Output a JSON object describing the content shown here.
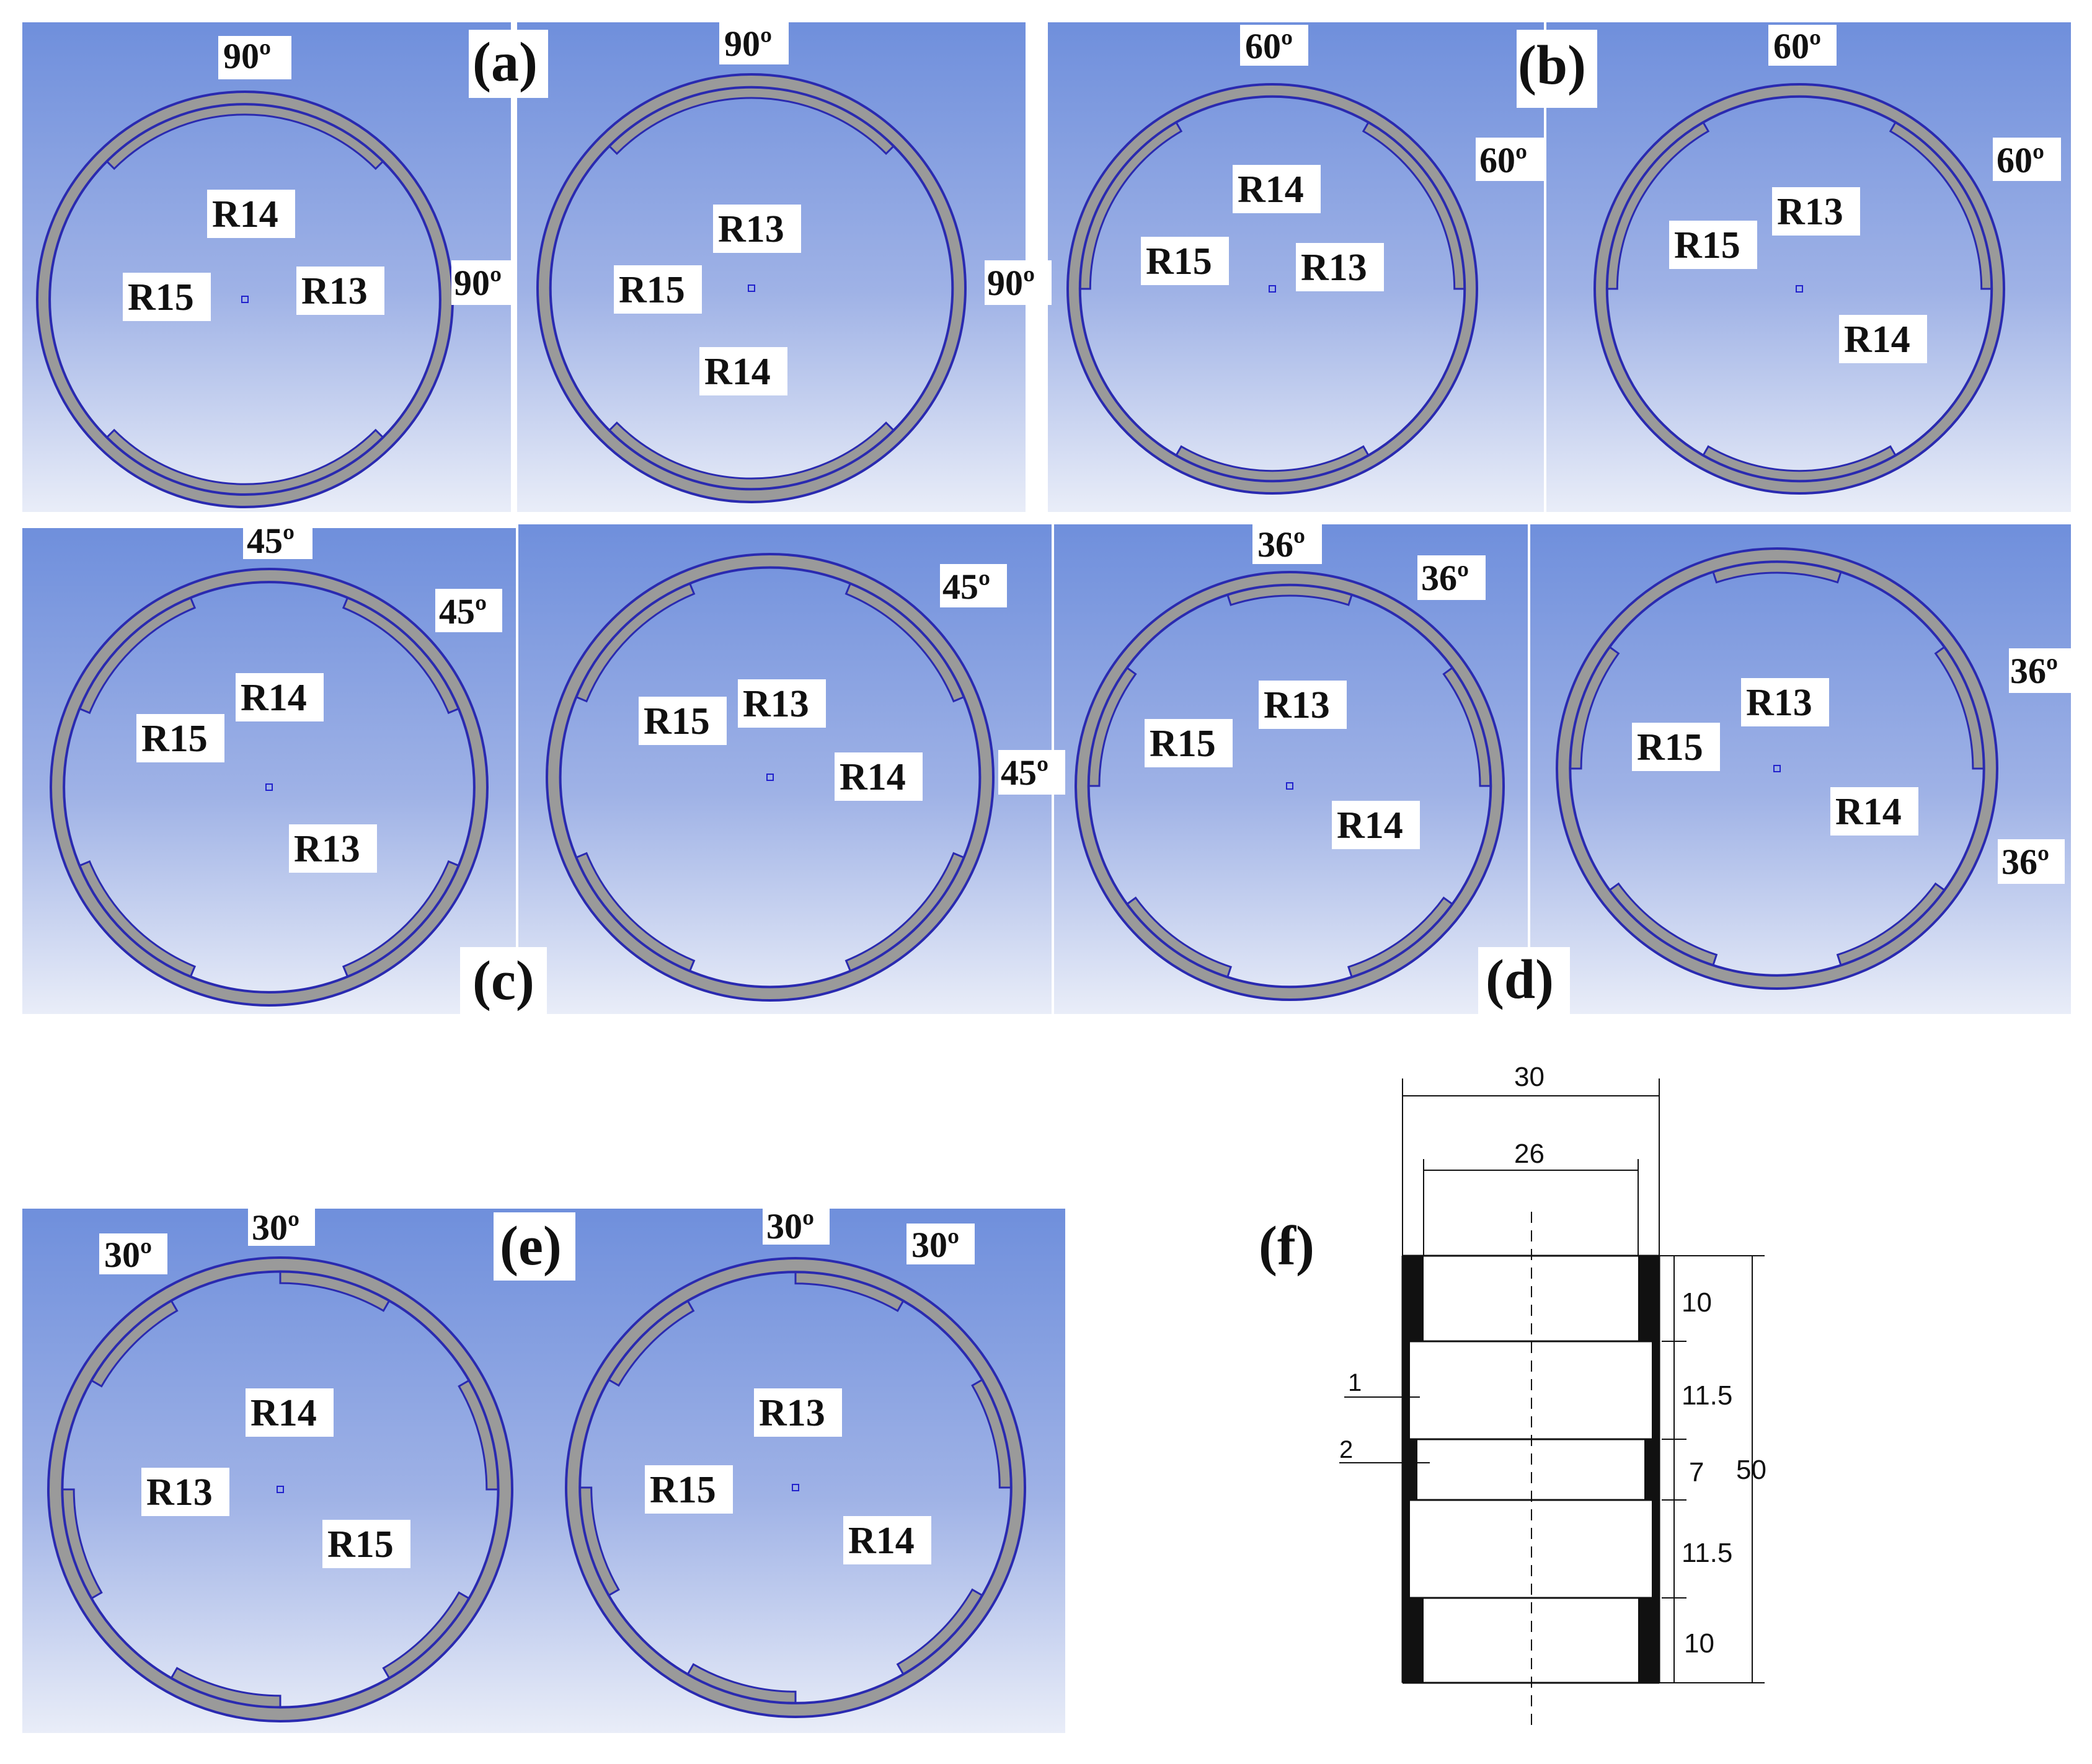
{
  "panels": [
    {
      "id": "a",
      "caption": "(a)",
      "angles": [
        "90º",
        "90º",
        "90º",
        "90º"
      ],
      "views": [
        {
          "radii": [
            "R14",
            "R15",
            "R13"
          ]
        },
        {
          "radii": [
            "R13",
            "R15",
            "R14"
          ]
        }
      ]
    },
    {
      "id": "b",
      "caption": "(b)",
      "angles": [
        "60º",
        "60º",
        "60º",
        "60º"
      ],
      "views": [
        {
          "radii": [
            "R14",
            "R15",
            "R13"
          ]
        },
        {
          "radii": [
            "R15",
            "R13",
            "R14"
          ]
        }
      ]
    },
    {
      "id": "c",
      "caption": "(c)",
      "angles": [
        "45º",
        "45º",
        "45º",
        "45º"
      ],
      "views": [
        {
          "radii": [
            "R14",
            "R15",
            "R13"
          ]
        },
        {
          "radii": [
            "R15",
            "R13",
            "R14"
          ]
        }
      ]
    },
    {
      "id": "d",
      "caption": "(d)",
      "angles": [
        "36º",
        "36º",
        "36º",
        "36º"
      ],
      "views": [
        {
          "radii": [
            "R13",
            "R15",
            "R14"
          ]
        },
        {
          "radii": [
            "R13",
            "R15",
            "R14"
          ]
        }
      ]
    },
    {
      "id": "e",
      "caption": "(e)",
      "angles": [
        "30º",
        "30º",
        "30º",
        "30º"
      ],
      "views": [
        {
          "radii": [
            "R14",
            "R13",
            "R15"
          ]
        },
        {
          "radii": [
            "R13",
            "R15",
            "R14"
          ]
        }
      ]
    }
  ],
  "section_f": {
    "caption": "(f)",
    "width_outer": "30",
    "width_inner": "26",
    "heights": [
      "10",
      "11.5",
      "7",
      "11.5",
      "10"
    ],
    "total_height": "50",
    "wall_thin": "1",
    "wall_mid": "2"
  },
  "colors": {
    "panel_top": "#6f8fdc",
    "panel_bottom": "#e9edf8",
    "ring": "#9a9a9a",
    "outline": "#2a2ab0",
    "dim_green": "#3d8a3d",
    "dim_red": "#e02020"
  }
}
